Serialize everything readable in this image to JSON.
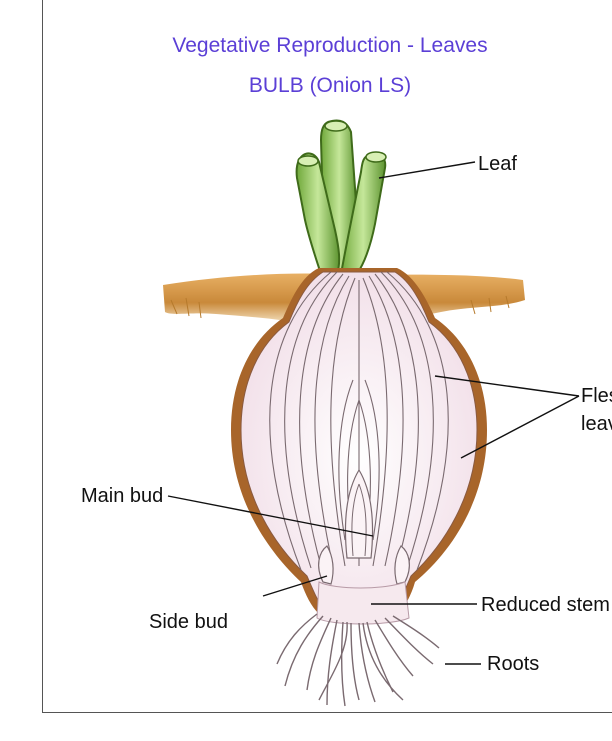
{
  "title": "Vegetative Reproduction - Leaves",
  "subtitle": "BULB (Onion LS)",
  "labels": {
    "leaf": "Leaf",
    "fleshy_line1": "Fleshy",
    "fleshy_line2": "leaves",
    "main_bud": "Main bud",
    "side_bud": "Side bud",
    "reduced_stem": "Reduced stem",
    "roots": "Roots"
  },
  "colors": {
    "title": "#5b3fd6",
    "soil": "#c88a3a",
    "leaf_green": "#9ccc65",
    "leaf_dark": "#4f7d22",
    "bulb_outline": "#a8652a",
    "bulb_flesh": "#f7eef3",
    "scale_lines": "#7a6a70"
  }
}
